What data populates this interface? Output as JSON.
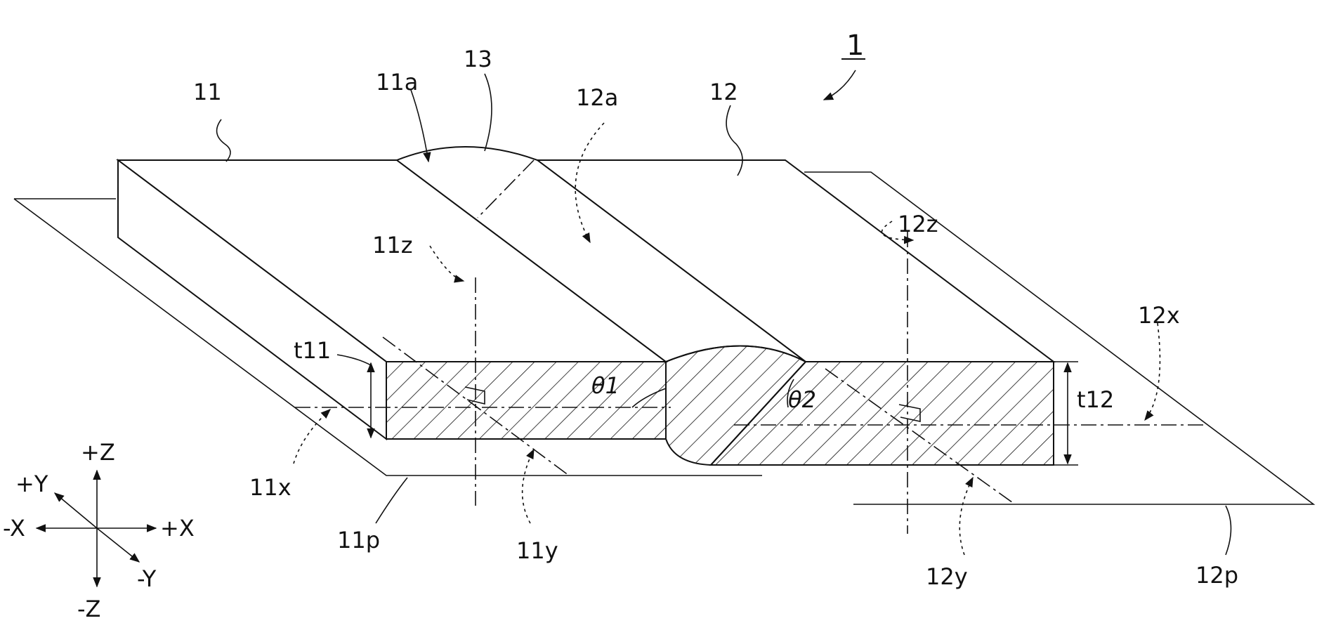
{
  "figure": {
    "ref_label": "1",
    "labels": {
      "plate_11": "11",
      "plate_11_surface": "11a",
      "weld_13": "13",
      "plate_12_surface": "12a",
      "plate_12": "12",
      "axis_11z": "11z",
      "axis_12z": "12z",
      "axis_11x": "11x",
      "axis_12x": "12x",
      "axis_11y": "11y",
      "axis_12y": "12y",
      "plane_11p": "11p",
      "plane_12p": "12p",
      "thickness_11": "t11",
      "thickness_12": "t12",
      "angle_1": "θ1",
      "angle_2": "θ2"
    },
    "axes": {
      "plus_z": "+Z",
      "minus_z": "-Z",
      "plus_x": "+X",
      "minus_x": "-X",
      "plus_y": "+Y",
      "minus_y": "-Y"
    }
  }
}
